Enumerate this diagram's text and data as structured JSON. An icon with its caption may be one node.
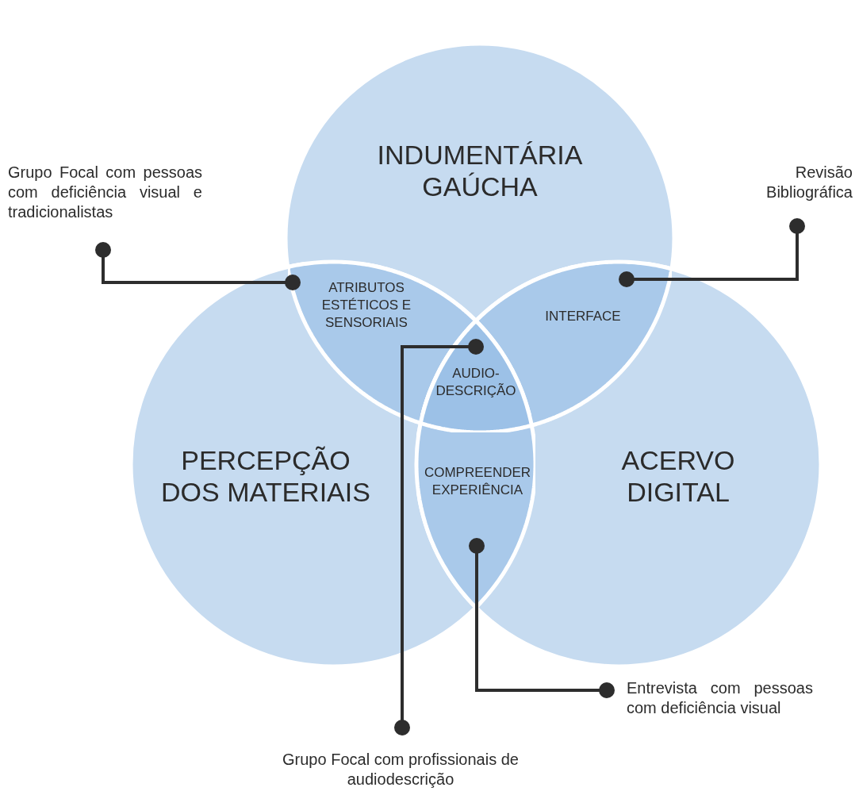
{
  "diagram": {
    "nodes": [
      {
        "text": [
          "INDUMENTÁRIA GAÚCHA"
        ]
      },
      {
        "text": [
          "PERCEPÇÃO DOS MATERIAIS"
        ]
      },
      {
        "text": [
          "ACERVO DIGITAL"
        ]
      },
      {
        "text": [
          "ATRIBUTOS ESTÉTICOS E SENSORIAIS"
        ]
      },
      {
        "text": [
          "INTERFACE"
        ]
      },
      {
        "text": [
          "AUDIO- DESCRIÇÃO"
        ]
      },
      {
        "text": [
          "COMPREENDER EXPERIÊNCIA"
        ]
      },
      {
        "text": [
          "Grupo Focal com pessoas com deficiência visual e tradicionalistas"
        ]
      },
      {
        "text": [
          "Revisão Bibliográfica"
        ]
      },
      {
        "text": [
          "Grupo Focal com profissionais de audiodescrição"
        ]
      },
      {
        "text": [
          "Entrevista com pessoas com deficiência visual"
        ]
      }
    ],
    "edges": [
      {
        "from": 7,
        "to": 3,
        "arrow": "other"
      },
      {
        "from": 8,
        "to": 4,
        "arrow": "other"
      },
      {
        "from": 9,
        "to": 5,
        "arrow": "other"
      },
      {
        "from": 10,
        "to": 6,
        "arrow": "other"
      }
    ]
  }
}
